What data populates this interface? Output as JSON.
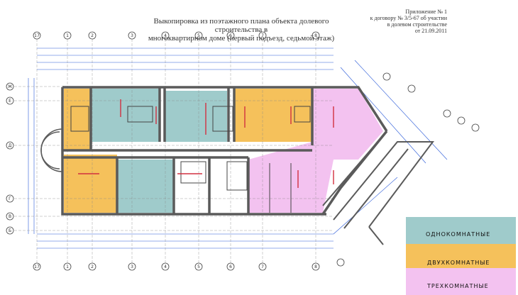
{
  "title": {
    "line1": "Выкопировка из поэтажного плана объекта долевого строительства в",
    "line2": "многоквартирном доме (первый подъезд, седьмой этаж)"
  },
  "appendix": {
    "line1": "Приложение № 1",
    "line2": "к договору № 3/5-67 об участии",
    "line3": "в долевом строительстве",
    "line4": "от 21.09.2011"
  },
  "legend": [
    {
      "label": "ОДНОКОМНАТНЫЕ",
      "color": "#9fcbcb"
    },
    {
      "label": "ДВУХКОМНАТНЫЕ",
      "color": "#f5c15b"
    },
    {
      "label": "ТРЕХКОМНАТНЫЕ",
      "color": "#f3c2f0"
    }
  ],
  "axes": {
    "columns": [
      "17",
      "1",
      "2",
      "3",
      "4",
      "5",
      "6",
      "7",
      "8"
    ],
    "rows": [
      "Ж",
      "Е",
      "Д",
      "Г",
      "В",
      "Б"
    ]
  },
  "colors": {
    "wall": "#5a5a5a",
    "dimension": "#2a5ad8",
    "riser": "#d23040"
  }
}
